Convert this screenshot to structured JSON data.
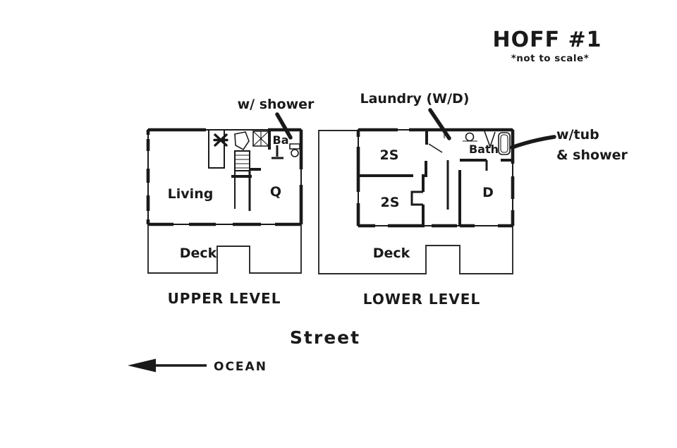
{
  "title": {
    "name": "HOFF #1",
    "scale_note": "*not to scale*"
  },
  "annotations": {
    "upper_shower": "w/ shower",
    "laundry": "Laundry (W/D)",
    "tub_line1": "w/tub",
    "tub_line2": "& shower"
  },
  "upper_level": {
    "caption": "UPPER LEVEL",
    "rooms": {
      "living": "Living",
      "queen": "Q",
      "bath": "Ba",
      "deck": "Deck"
    }
  },
  "lower_level": {
    "caption": "LOWER LEVEL",
    "rooms": {
      "bedroom1": "2S",
      "bedroom2": "2S",
      "bath": "Bath",
      "double": "D",
      "deck": "Deck"
    }
  },
  "site": {
    "street": "Street",
    "ocean": "OCEAN"
  },
  "colors": {
    "ink": "#1a1a1a",
    "background": "#ffffff"
  }
}
